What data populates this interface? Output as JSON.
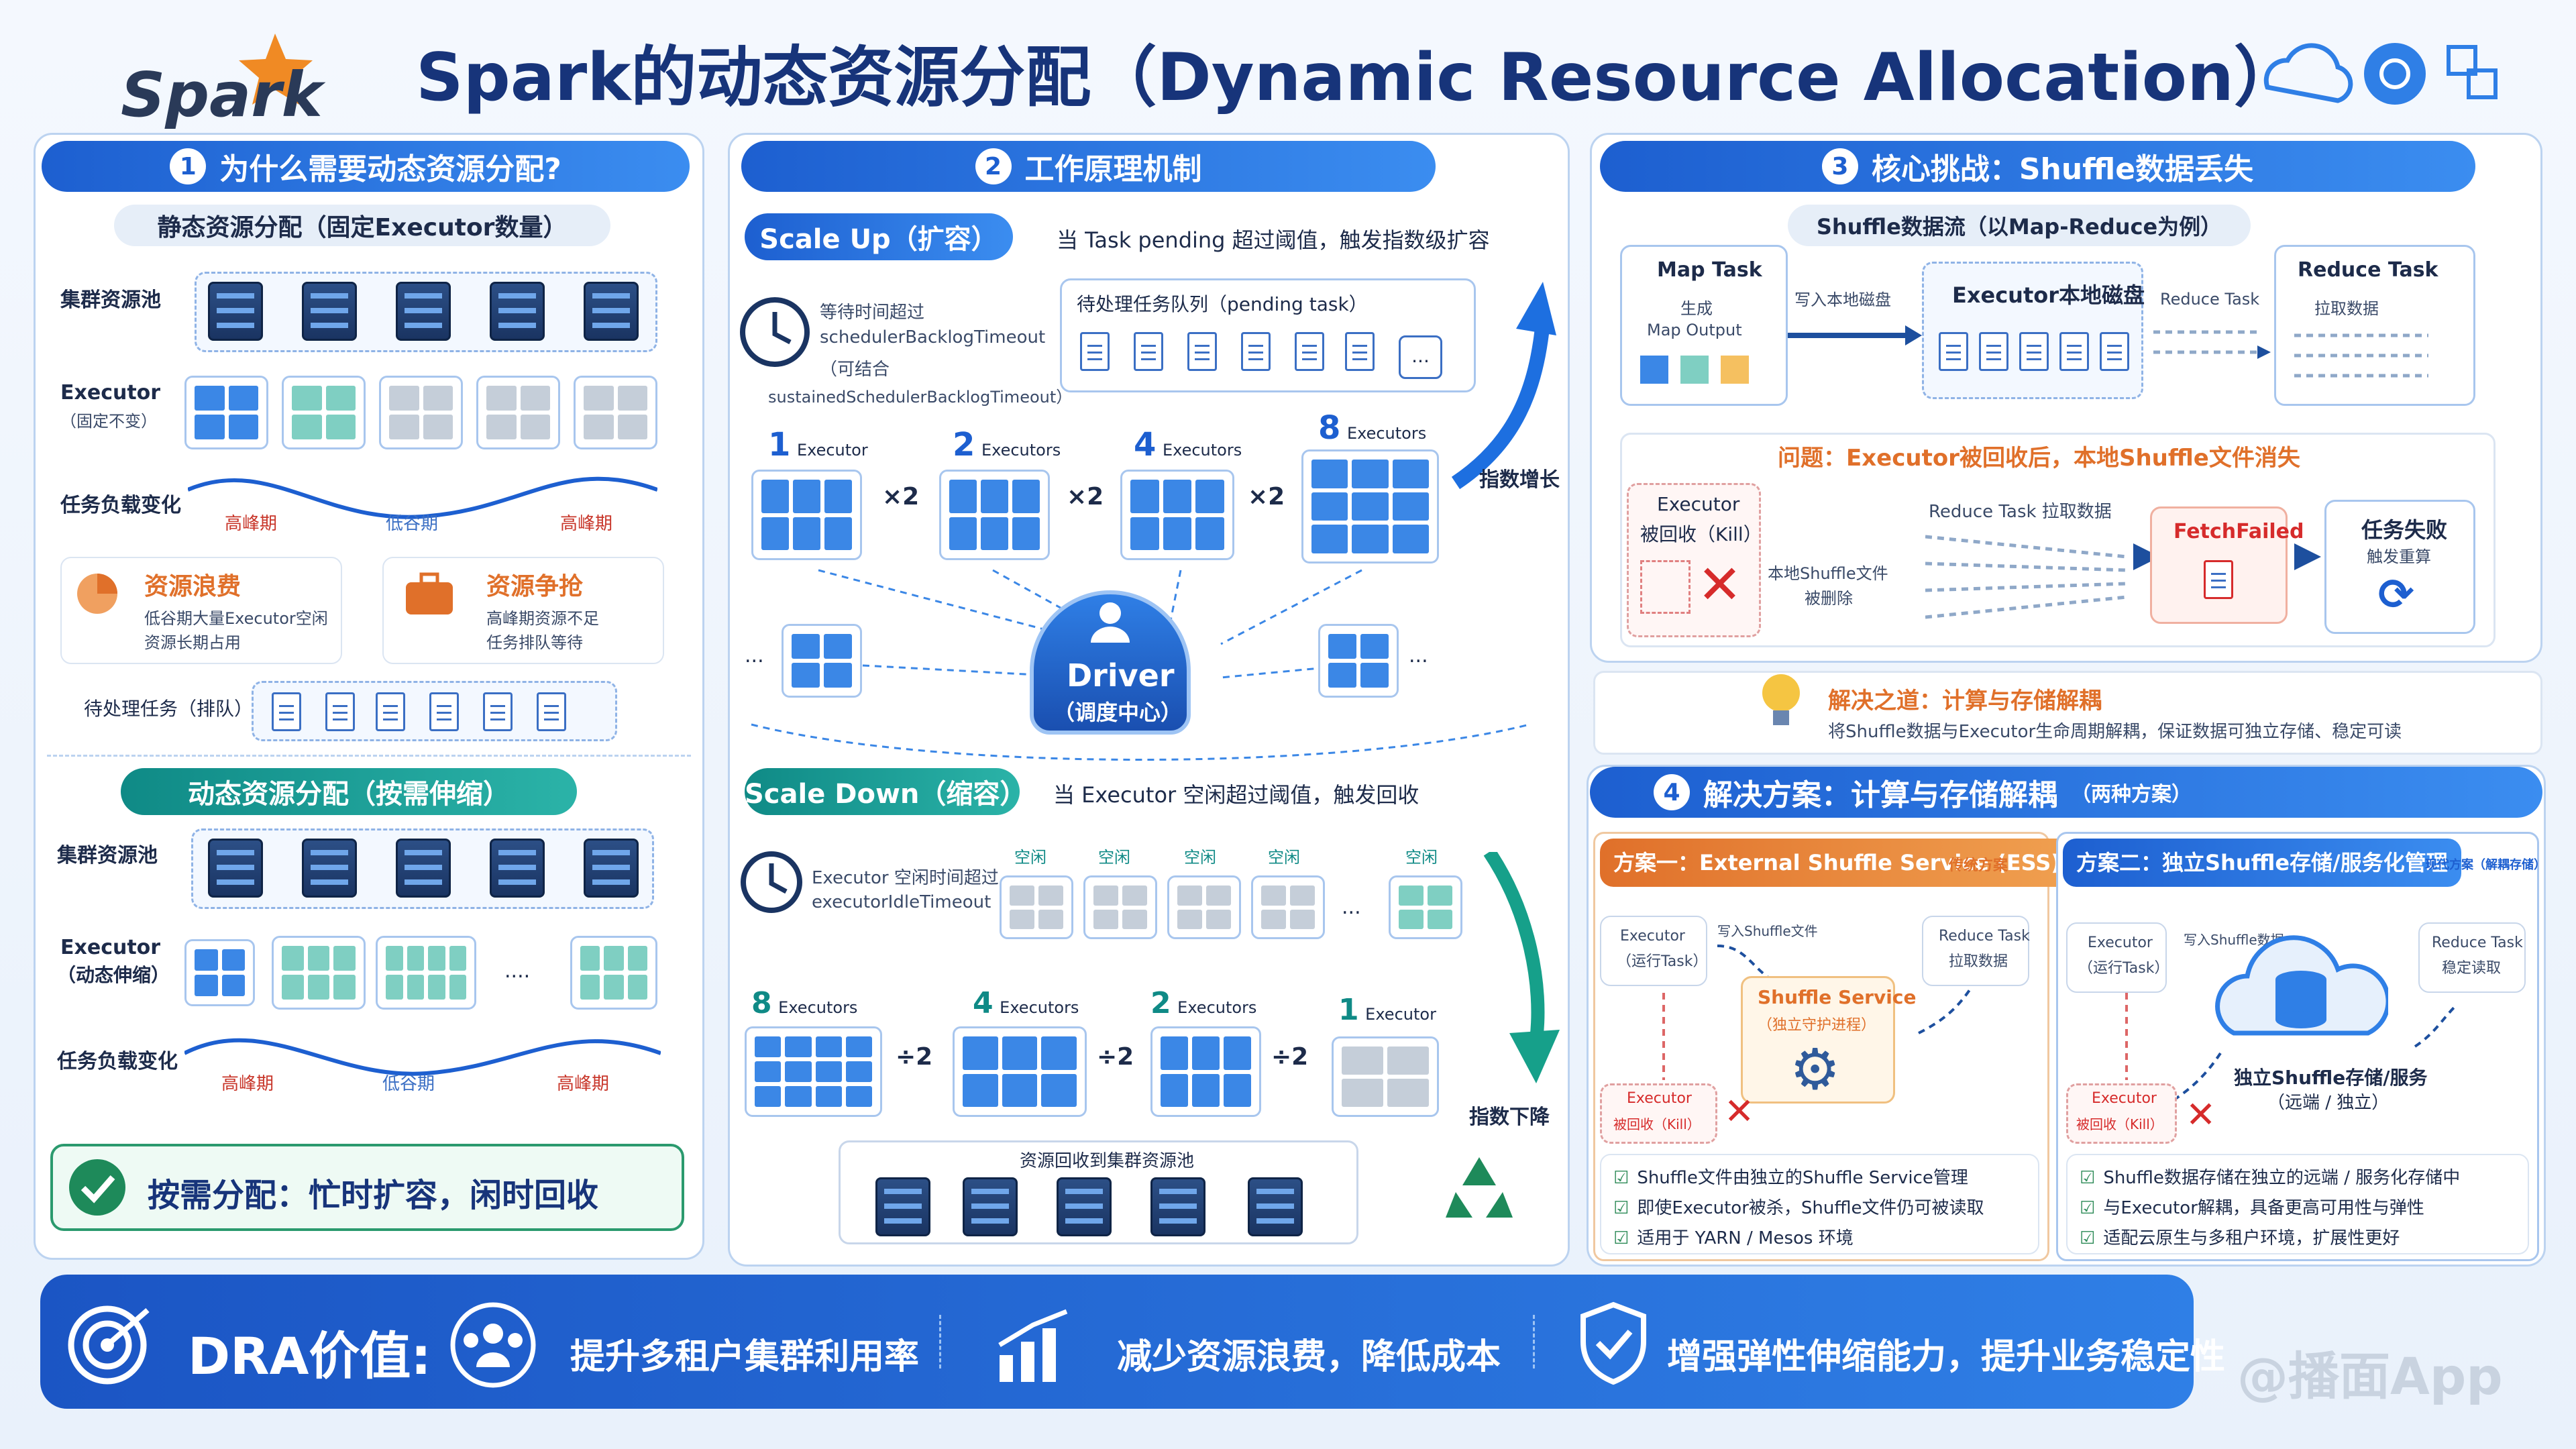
{
  "title": "Spark的动态资源分配（Dynamic Resource Allocation）",
  "logo": "Spark",
  "watermark": "@播面App",
  "colors": {
    "primary": "#1d5fd0",
    "teal": "#0f8a86",
    "red": "#c8362a",
    "orange": "#e0702a"
  },
  "s1": {
    "num": "1",
    "title": "为什么需要动态资源分配?",
    "static_pill": "静态资源分配（固定Executor数量）",
    "cluster": "集群资源池",
    "executor": "Executor",
    "executor_fixed": "（固定不变）",
    "load": "任务负载变化",
    "peak": "高峰期",
    "valley": "低谷期",
    "waste_title": "资源浪费",
    "waste_d1": "低谷期大量Executor空闲",
    "waste_d2": "资源长期占用",
    "contend_title": "资源争抢",
    "contend_d1": "高峰期资源不足",
    "contend_d2": "任务排队等待",
    "pending": "待处理任务（排队）",
    "dyn_pill": "动态资源分配（按需伸缩）",
    "executor_dyn": "（动态伸缩）",
    "dots": "....",
    "result": "按需分配：忙时扩容，闲时回收"
  },
  "s2": {
    "num": "2",
    "title": "工作原理机制",
    "up_pill": "Scale Up（扩容）",
    "up_desc": "当 Task pending 超过阈值，触发指数级扩容",
    "wait1": "等待时间超过",
    "wait2": "schedulerBacklogTimeout",
    "wait3": "（可结合",
    "wait4": "sustainedSchedulerBacklogTimeout）",
    "queue": "待处理任务队列（pending task）",
    "up_counts": [
      {
        "n": "1",
        "u": "Executor"
      },
      {
        "n": "2",
        "u": "Executors"
      },
      {
        "n": "4",
        "u": "Executors"
      },
      {
        "n": "8",
        "u": "Executors"
      }
    ],
    "x2": "×2",
    "grow": "指数增长",
    "driver": "Driver",
    "driver_sub": "（调度中心）",
    "ellipsis": "...",
    "down_pill": "Scale Down（缩容）",
    "down_desc": "当 Executor 空闲超过阈值，触发回收",
    "idle1": "Executor 空闲时间超过",
    "idle2": "executorIdleTimeout",
    "idle": "空闲",
    "down_counts": [
      {
        "n": "8",
        "u": "Executors"
      },
      {
        "n": "4",
        "u": "Executors"
      },
      {
        "n": "2",
        "u": "Executors"
      },
      {
        "n": "1",
        "u": "Executor"
      }
    ],
    "d2": "÷2",
    "shrink": "指数下降",
    "recycle": "资源回收到集群资源池"
  },
  "s3": {
    "num": "3",
    "title": "核心挑战：Shuffle数据丢失",
    "flow": "Shuffle数据流（以Map-Reduce为例）",
    "map": "Map Task",
    "map_d1": "生成",
    "map_d2": "Map Output",
    "write": "写入本地磁盘",
    "disk": "Executor本地磁盘",
    "reduce_lbl": "Reduce Task",
    "reduce": "Reduce Task",
    "reduce_d": "拉取数据",
    "problem": "问题：Executor被回收后，本地Shuffle文件消失",
    "killed1": "Executor",
    "killed2": "被回收（Kill）",
    "deleted1": "本地Shuffle文件",
    "deleted2": "被删除",
    "pull": "Reduce Task 拉取数据",
    "fetch": "FetchFailed",
    "fail1": "任务失败",
    "fail2": "触发重算",
    "sol_title": "解决之道：计算与存储解耦",
    "sol_desc": "将Shuffle数据与Executor生命周期解耦，保证数据可独立存储、稳定可读"
  },
  "s4": {
    "num": "4",
    "title": "解决方案：计算与存储解耦",
    "title_sub": "（两种方案）",
    "a_title": "方案一：External Shuffle Service (ESS)",
    "a_tag": "传统方案",
    "a_exec1": "Executor",
    "a_exec2": "（运行Task）",
    "a_write": "写入Shuffle文件",
    "a_ss1": "Shuffle Service",
    "a_ss2": "（独立守护进程）",
    "a_red1": "Reduce Task",
    "a_red2": "拉取数据",
    "a_kill1": "Executor",
    "a_kill2": "被回收（Kill）",
    "a_c1": "Shuffle文件由独立的Shuffle Service管理",
    "a_c2": "即使Executor被杀，Shuffle文件仍可被读取",
    "a_c3": "适用于 YARN / Mesos 环境",
    "b_title": "方案二：独立Shuffle存储/服务化管理",
    "b_tag": "现代方案（解耦存储）",
    "b_exec1": "Executor",
    "b_exec2": "（运行Task）",
    "b_write": "写入Shuffle数据",
    "b_store1": "独立Shuffle存储/服务",
    "b_store2": "（远端 / 独立）",
    "b_red1": "Reduce Task",
    "b_red2": "稳定读取",
    "b_kill1": "Executor",
    "b_kill2": "被回收（Kill）",
    "b_c1": "Shuffle数据存储在独立的远端 / 服务化存储中",
    "b_c2": "与Executor解耦，具备更高可用性与弹性",
    "b_c3": "适配云原生与多租户环境，扩展性更好"
  },
  "footer": {
    "label": "DRA价值:",
    "v1": "提升多租户集群利用率",
    "v2": "减少资源浪费，降低成本",
    "v3": "增强弹性伸缩能力，提升业务稳定性"
  }
}
